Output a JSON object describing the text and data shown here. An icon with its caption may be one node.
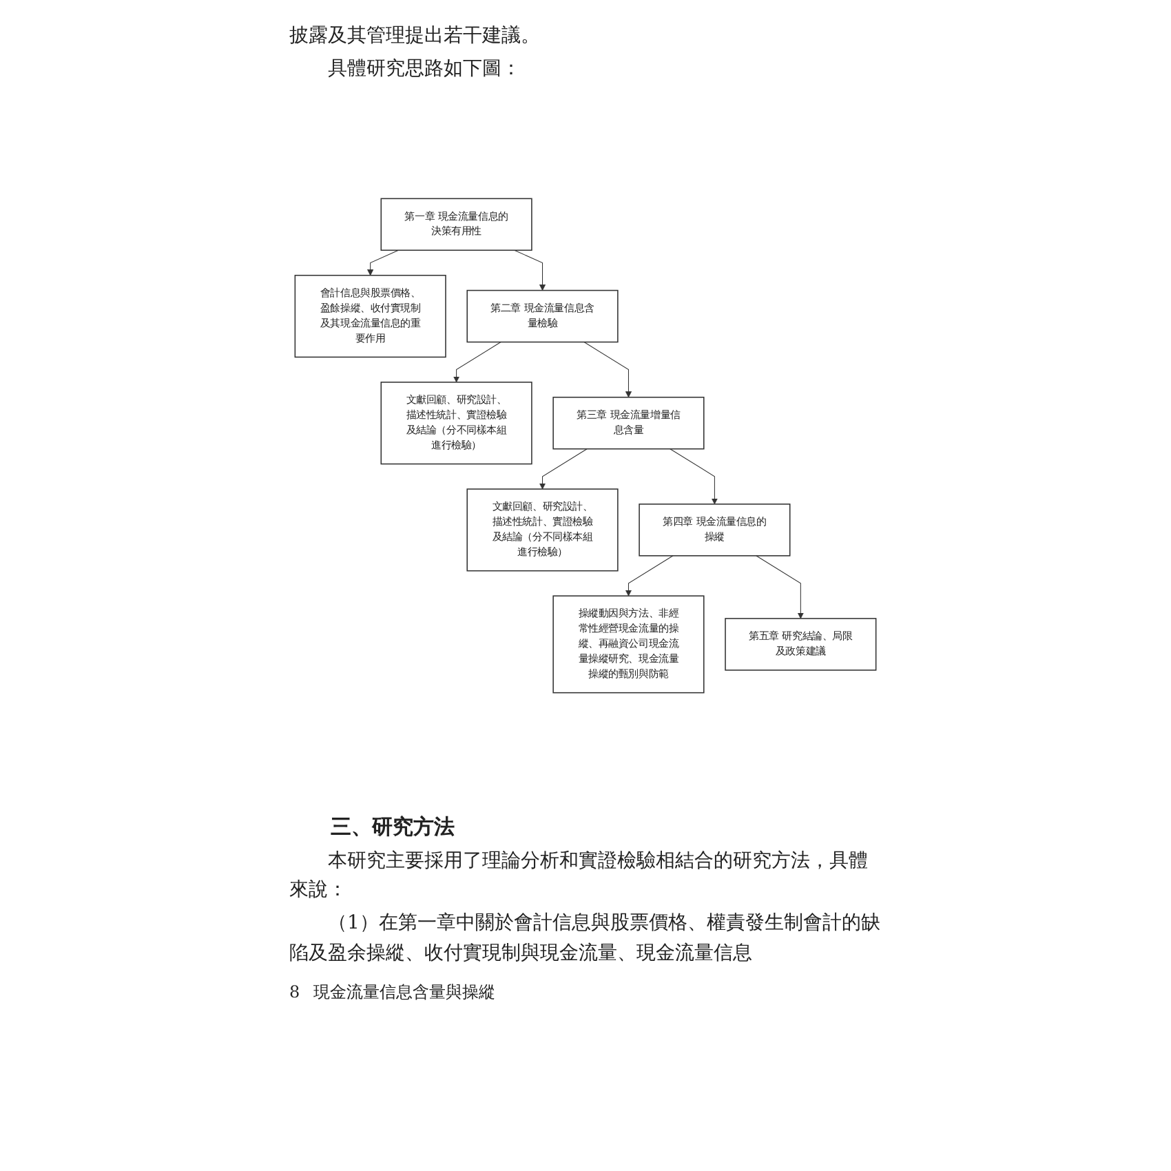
{
  "diagram": {
    "nodes": [
      {
        "text": [
          "第一章 現金流量信息的決策有用性"
        ]
      },
      {
        "text": [
          "會計信息與股票價格、盈餘操縱、收付實現制及其現金流量信息的重要作用"
        ]
      },
      {
        "text": [
          "第二章 現金流量信息含量檢驗"
        ]
      },
      {
        "text": [
          "文獻回顧、研究設計、描述性統計、實證檢驗及結論（分不同樣本組進行檢驗）"
        ]
      },
      {
        "text": [
          "第三章 現金流量增量信息含量"
        ]
      },
      {
        "text": [
          "文獻回顧、研究設計、描述性統計、實證檢驗及結論（分不同樣本組進行檢驗）"
        ]
      },
      {
        "text": [
          "第四章 現金流量信息的操縱"
        ]
      },
      {
        "text": [
          "操縱動因與方法、非經常性經營現金流量的操縱、再融資公司現金流量操縱研究、現金流量操縱的甄別與防範"
        ]
      },
      {
        "text": [
          "第五章 研究結論、局限及政策建議"
        ]
      }
    ],
    "edges": [
      {
        "from": 0,
        "to": 1,
        "arrow": "to"
      },
      {
        "from": 0,
        "to": 2,
        "arrow": "to"
      },
      {
        "from": 2,
        "to": 3,
        "arrow": "to"
      },
      {
        "from": 2,
        "to": 4,
        "arrow": "to"
      },
      {
        "from": 4,
        "to": 5,
        "arrow": "to"
      },
      {
        "from": 4,
        "to": 6,
        "arrow": "to"
      },
      {
        "from": 6,
        "to": 7,
        "arrow": "to"
      },
      {
        "from": 6,
        "to": 8,
        "arrow": "to"
      }
    ],
    "labels": [
      "披露及其管理提出若干建議。",
      "具體研究思路如下圖：",
      "三、研究方法",
      "本研究主要採用了理論分析和實證檢驗相結合的研究方法，具體來說：",
      "（1）在第一章中關於會計信息與股票價格、權責發生制會計的缺陷及盈余操縱、收付實現制與現金流量、現金流量信息",
      "8",
      "現金流量信息含量與操縱"
    ]
  }
}
